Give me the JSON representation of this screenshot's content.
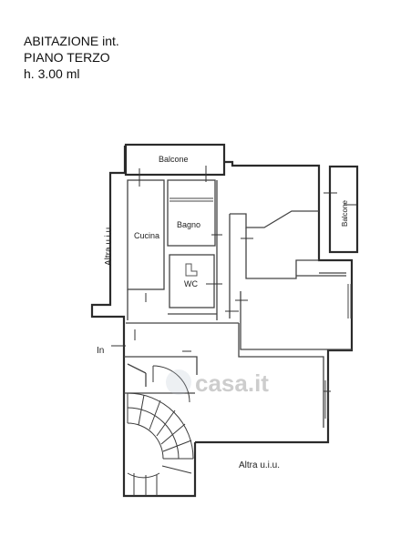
{
  "header": {
    "title": "ABITAZIONE int.",
    "floor": "PIANO TERZO",
    "height": "h. 3.00 ml"
  },
  "rooms": {
    "balcone_top": "Balcone",
    "balcone_right": "Balcone",
    "cucina": "Cucina",
    "bagno": "Bagno",
    "wc": "WC",
    "altra_uiu_left": "Altra u.i.u.",
    "altra_uiu_bottom": "Altra u.i.u.",
    "ingresso": "In"
  },
  "watermark": {
    "text": "casa.it"
  },
  "colors": {
    "wall": "#2b2b2b",
    "line": "#444444",
    "watermark": "#b9c4d0"
  }
}
